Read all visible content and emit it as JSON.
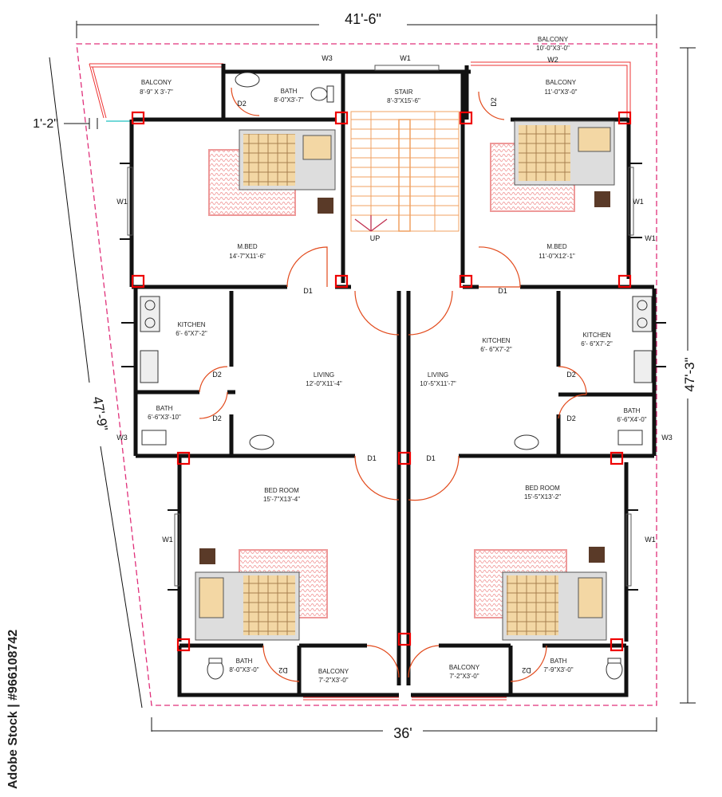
{
  "dimensions": {
    "top": "41'-6\"",
    "bottom": "36'",
    "left": "47'-9\"",
    "right": "47'-3\"",
    "offset": "1'-2\""
  },
  "rooms": {
    "balcony_top_left": {
      "name": "BALCONY",
      "size": "8'-9\" X 3'-7\""
    },
    "balcony_top_right": {
      "name": "BALCONY",
      "size": "11'-0\"X3'-0\""
    },
    "balcony_top_outside": {
      "name": "BALCONY",
      "size": "10'-0\"X3'-0\""
    },
    "bath_top_left": {
      "name": "BATH",
      "size": "8'-0\"X3'-7\""
    },
    "stair": {
      "name": "STAIR",
      "size": "8'-3\"X15'-6\"",
      "up": "UP"
    },
    "mbed_left": {
      "name": "M.BED",
      "size": "14'-7\"X11'-6\""
    },
    "mbed_right": {
      "name": "M.BED",
      "size": "11'-0\"X12'-1\""
    },
    "kitchen_left": {
      "name": "KITCHEN",
      "size": "6'- 6\"X7'-2\""
    },
    "kitchen_center": {
      "name": "KITCHEN",
      "size": "6'- 6\"X7'-2\""
    },
    "kitchen_right": {
      "name": "KITCHEN",
      "size": "6'- 6\"X7'-2\""
    },
    "living_left": {
      "name": "LIVING",
      "size": "12'-0\"X11'-4\""
    },
    "living_right": {
      "name": "LIVING",
      "size": "10'-5\"X11'-7\""
    },
    "bath_mid_left": {
      "name": "BATH",
      "size": "6'-6\"X3'-10\""
    },
    "bath_mid_right": {
      "name": "BATH",
      "size": "6'-6\"X4'-0\""
    },
    "bed_left": {
      "name": "BED ROOM",
      "size": "15'-7\"X13'-4\""
    },
    "bed_right": {
      "name": "BED ROOM",
      "size": "15'-5\"X13'-2\""
    },
    "bath_bottom_left": {
      "name": "BATH",
      "size": "8'-0\"X3'-0\""
    },
    "bath_bottom_right": {
      "name": "BATH",
      "size": "7'-9\"X3'-0\""
    },
    "balcony_bottom_left": {
      "name": "BALCONY",
      "size": "7'-2\"X3'-0\""
    },
    "balcony_bottom_right": {
      "name": "BALCONY",
      "size": "7'-2\"X3'-0\""
    }
  },
  "tags": {
    "w1": "W1",
    "w2": "W2",
    "w3": "W3",
    "d1": "D1",
    "d2": "D2"
  },
  "watermark": "Adobe Stock | #966108742",
  "colors": {
    "wall": "#111111",
    "column": "#ee0000",
    "boundary": "#e0307a",
    "door": "#e24a1c",
    "stair": "#f0a060"
  }
}
